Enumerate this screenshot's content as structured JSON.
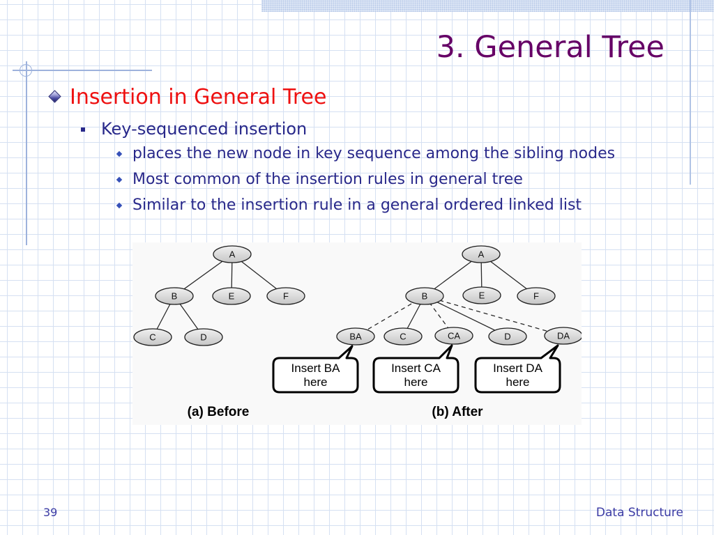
{
  "slide": {
    "title": "3. General Tree",
    "bullets": {
      "level1": "Insertion in General Tree",
      "level2": "Key-sequenced insertion",
      "level3": [
        "places the new node in key sequence among the sibling nodes",
        "Most common of the insertion rules in general tree",
        "Similar to the insertion rule in a general ordered linked list"
      ]
    },
    "footer": {
      "page_number": "39",
      "course": "Data Structure"
    }
  },
  "figure": {
    "before": {
      "caption": "(a) Before",
      "nodes": [
        "A",
        "B",
        "E",
        "F",
        "C",
        "D"
      ]
    },
    "after": {
      "caption": "(b) After",
      "nodes": [
        "A",
        "B",
        "E",
        "F",
        "BA",
        "C",
        "CA",
        "D",
        "DA"
      ],
      "callouts": [
        {
          "line1": "Insert BA",
          "line2": "here"
        },
        {
          "line1": "Insert CA",
          "line2": "here"
        },
        {
          "line1": "Insert DA",
          "line2": "here"
        }
      ]
    }
  },
  "icons": {
    "level1_bullet": "diamond-bullet-icon",
    "level2_bullet": "square-bullet-icon",
    "level3_bullet": "small-diamond-bullet-icon"
  },
  "theme": {
    "title_color": "#660066",
    "heading_color": "#ee1111",
    "body_color": "#28288a",
    "grid_color": "#d5e0f2"
  }
}
